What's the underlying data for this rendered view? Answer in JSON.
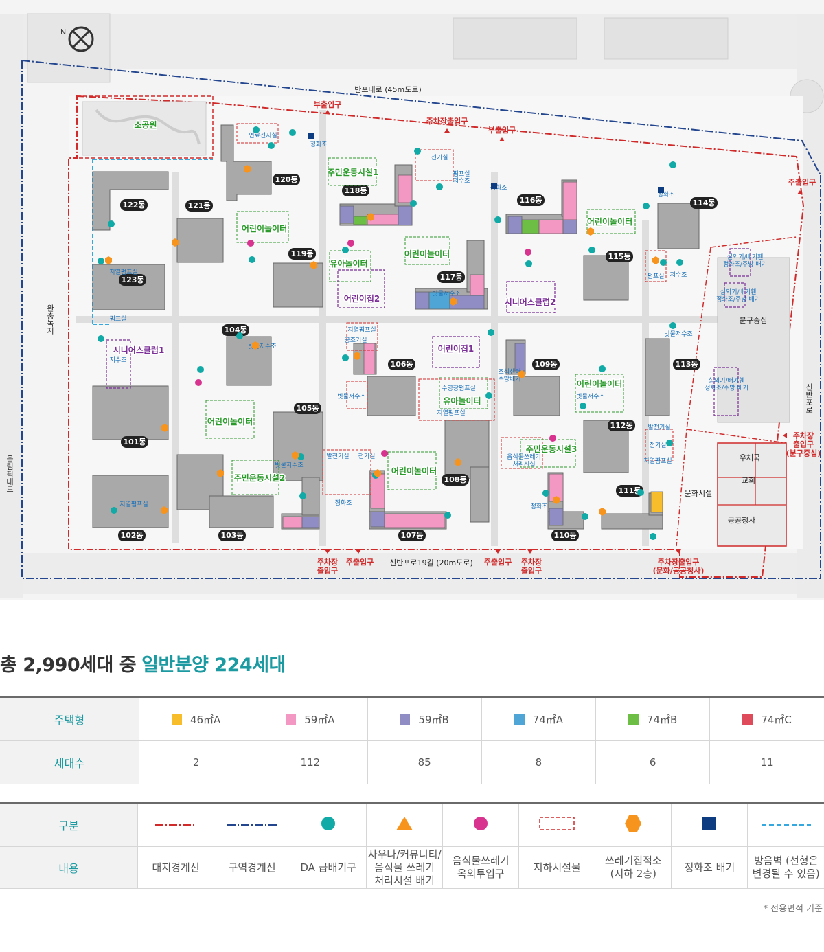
{
  "map": {
    "compass_label": "N",
    "roads": {
      "top": "반포대로 (45m도로)",
      "bottom": "신반포로19길 (20m도로)",
      "right": "신반포로",
      "left_outer": "올림픽대로",
      "left_green": "완충녹지"
    },
    "entrances": {
      "top_sub_entry": "부출입구",
      "top_parking": "주차장출입구",
      "top_sub_entry_2": "부출입구",
      "right_sub_entry": "주출입구",
      "bottom_parking_1": "주차장\n출입구",
      "bottom_main_1": "주출입구",
      "bottom_main_2": "주출입구",
      "bottom_parking_2": "주차장\n출입구",
      "bottom_parking_3": "주차장출입구\n(문화/공공청사)",
      "right_parking": "주차장\n출입구\n(분구중심)"
    },
    "buildings": [
      "120동",
      "122동",
      "121동",
      "118동",
      "116동",
      "114동",
      "119동",
      "117동",
      "115동",
      "123동",
      "104동",
      "106동",
      "109동",
      "113동",
      "101동",
      "105동",
      "112동",
      "108동",
      "102동",
      "103동",
      "107동",
      "110동",
      "111동"
    ],
    "facilities": {
      "park": "소공원",
      "community_1": "주민운동시설1",
      "community_2": "주민운동시설2",
      "community_3": "주민운동시설3",
      "playground": "어린이놀이터",
      "toddler": "유아놀이터",
      "daycare_1": "어린이집1",
      "daycare_2": "어린이집2",
      "senior_1": "시니어스클럽1",
      "senior_2": "시니어스클럽2",
      "civic_center": "분구중심",
      "culture": "문화시설",
      "post": "우체국",
      "church": "교회",
      "public": "공공청사"
    },
    "small_labels": {
      "fuel": "연료전지실",
      "septic": "정화조",
      "electric": "전기실",
      "pump": "펌프실",
      "water_tank": "저수조",
      "district_pump": "지열펌프실",
      "rain_tank": "빗물저수조",
      "pump_water": "펌프실\n저수조",
      "outdoor": "실외기/배기휀\n정화조/주방 배기",
      "rain_pump": "빗물저수조\n/펌프실",
      "dev_pump": "발전기실",
      "kitchen_vent": "조식센터\n주방배기",
      "pool_pump": "수영장펌프실",
      "food_waste": "음식물쓰레기\n처리시설",
      "air_vent": "공조기실"
    }
  },
  "summary": {
    "prefix": "총 2,990세대 중",
    "highlight": "일반분양 224세대"
  },
  "unit_table": {
    "row1_header": "주택형",
    "row2_header": "세대수",
    "types": [
      {
        "label": "46㎡A",
        "color": "#f7bd2b",
        "count": "2"
      },
      {
        "label": "59㎡A",
        "color": "#f397c3",
        "count": "112"
      },
      {
        "label": "59㎡B",
        "color": "#8f8dc4",
        "count": "85"
      },
      {
        "label": "74㎡A",
        "color": "#4fa6d6",
        "count": "8"
      },
      {
        "label": "74㎡B",
        "color": "#6cbf44",
        "count": "6"
      },
      {
        "label": "74㎡C",
        "color": "#e04b5c",
        "count": "11"
      }
    ]
  },
  "legend_table": {
    "row1_header": "구분",
    "row2_header": "내용",
    "items": [
      {
        "symbol": "site-boundary",
        "label": "대지경계선"
      },
      {
        "symbol": "zone-boundary",
        "label": "구역경계선"
      },
      {
        "symbol": "da-exhaust",
        "label": "DA 급배기구"
      },
      {
        "symbol": "sauna-exhaust",
        "label": "사우나/커뮤니티/\n음식물 쓰레기\n처리시설 배기"
      },
      {
        "symbol": "food-waste-inlet",
        "label": "음식물쓰레기\n옥외투입구"
      },
      {
        "symbol": "underground",
        "label": "지하시설물"
      },
      {
        "symbol": "waste-collection",
        "label": "쓰레기집적소\n(지하 2층)"
      },
      {
        "symbol": "septic-exhaust",
        "label": "정화조 배기"
      },
      {
        "symbol": "sound-wall",
        "label": "방음벽 (선형은\n변경될 수 있음)"
      }
    ],
    "colors": {
      "red": "#d02a2a",
      "navy": "#23468f",
      "teal": "#11aaa6",
      "orange": "#f7941d",
      "magenta": "#d7338f",
      "dark_blue": "#0d3d80",
      "light_blue": "#35a8e0"
    }
  },
  "footnote": "* 전용면적 기준"
}
